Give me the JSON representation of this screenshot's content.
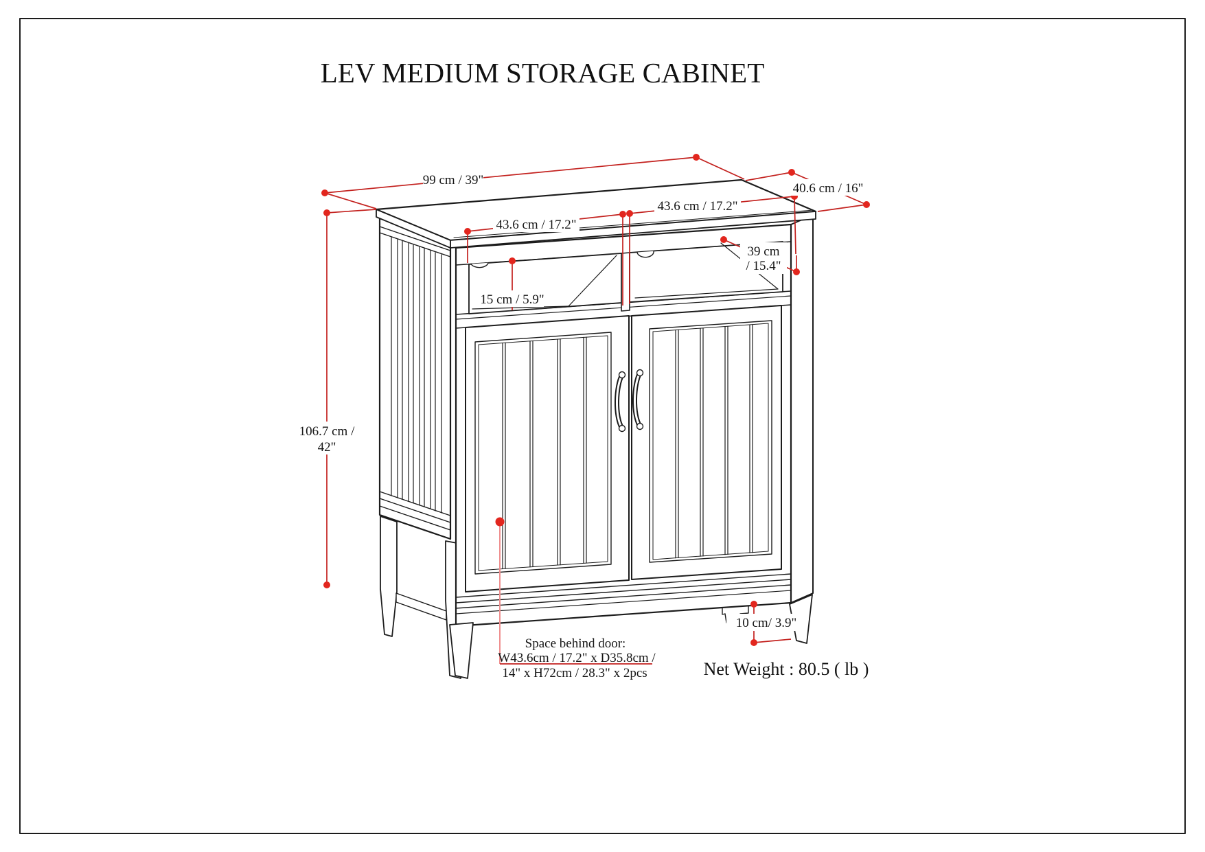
{
  "title": "LEV MEDIUM STORAGE CABINET",
  "colors": {
    "dimension_red": "#c3211e",
    "dot_red": "#e2261e",
    "leader_pink": "#ef8f8f",
    "line_ink": "#1c1c1c"
  },
  "dimensions": {
    "top_width": "99 cm / 39\"",
    "top_depth": "40.6 cm / 16\"",
    "left_opening_width": "43.6 cm / 17.2\"",
    "right_opening_width": "43.6 cm / 17.2\"",
    "opening_depth_line1": "39 cm",
    "opening_depth_line2": "/ 15.4\"",
    "opening_height": "15 cm / 5.9\"",
    "overall_height_line1": "106.7 cm /",
    "overall_height_line2": "42\"",
    "leg_height": "10 cm/ 3.9\""
  },
  "notes": {
    "space_behind_door_line1": "Space behind door:",
    "space_behind_door_line2": "W43.6cm / 17.2\" x D35.8cm /",
    "space_behind_door_line3": "14\" x H72cm / 28.3\" x 2pcs",
    "net_weight": "Net Weight : 80.5 ( lb )"
  }
}
